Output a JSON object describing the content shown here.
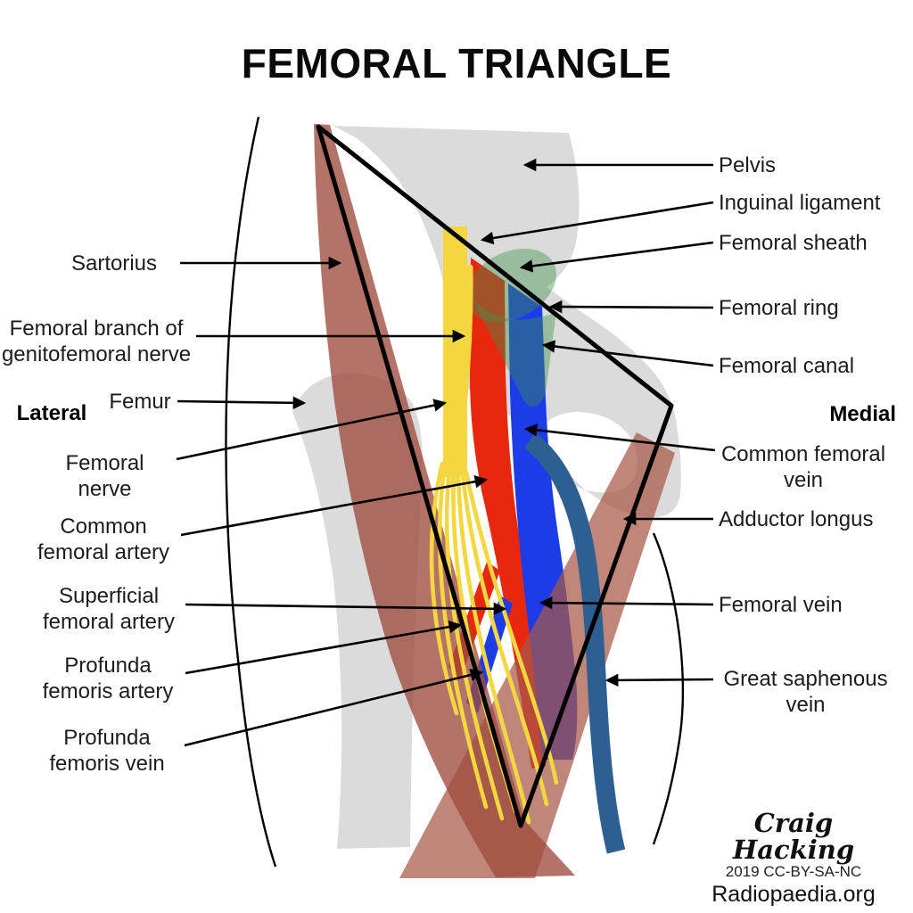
{
  "title": "FEMORAL TRIANGLE",
  "orientation_labels": {
    "left": "Lateral",
    "right": "Medial"
  },
  "left_labels": [
    {
      "text": "Sartorius"
    },
    {
      "text": "Femoral branch of genitofemoral nerve"
    },
    {
      "text": "Femur"
    },
    {
      "text": "Femoral nerve"
    },
    {
      "text": "Common femoral artery"
    },
    {
      "text": "Superficial femoral artery"
    },
    {
      "text": "Profunda femoris artery"
    },
    {
      "text": "Profunda femoris vein"
    }
  ],
  "right_labels": [
    {
      "text": "Pelvis"
    },
    {
      "text": "Inguinal ligament"
    },
    {
      "text": "Femoral sheath"
    },
    {
      "text": "Femoral ring"
    },
    {
      "text": "Femoral canal"
    },
    {
      "text": "Common femoral vein"
    },
    {
      "text": "Adductor longus"
    },
    {
      "text": "Femoral vein"
    },
    {
      "text": "Great saphenous vein"
    }
  ],
  "credit": {
    "author": "Craig Hacking",
    "license": "2019 CC-BY-SA-NC",
    "site": "Radiopaedia.org"
  },
  "colors": {
    "artery": "#e8270f",
    "vein": "#1c3ce8",
    "nerve": "#f3d640",
    "sheath": "#3f9149",
    "muscle_sartorius": "#9f4c3d",
    "muscle_adductor": "#a85847",
    "bone": "#d8d8d8",
    "saphenous": "#2e5f92",
    "outline": "#000000"
  }
}
